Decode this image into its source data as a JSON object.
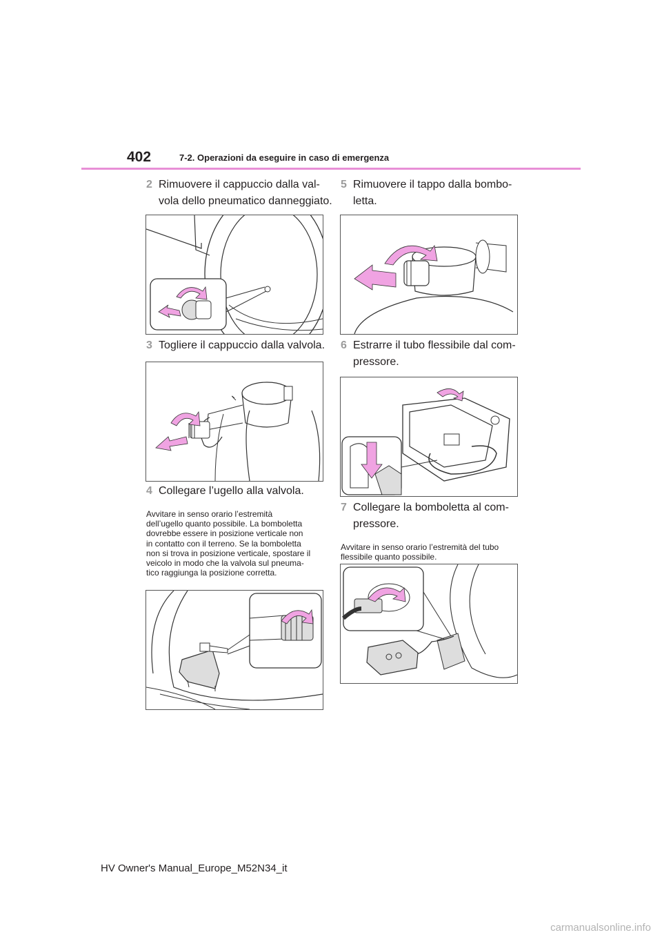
{
  "header": {
    "page_number": "402",
    "section": "7-2. Operazioni da eseguire in caso di emergenza"
  },
  "left_column": {
    "step2": {
      "num": "2",
      "line1": "Rimuovere il cappuccio dalla val-",
      "line2": "vola dello pneumatico danneggiato."
    },
    "step3": {
      "num": "3",
      "text": "Togliere il cappuccio dalla valvola."
    },
    "step4": {
      "num": "4",
      "text": "Collegare l’ugello alla valvola.",
      "note_lines": [
        "Avvitare in senso orario l’estremità",
        "dell’ugello quanto possibile. La bomboletta",
        "dovrebbe essere in posizione verticale non",
        "in contatto con il terreno. Se la bomboletta",
        "non si trova in posizione verticale, spostare il",
        "veicolo in modo che la valvola sul pneuma-",
        "tico raggiunga la posizione corretta."
      ]
    }
  },
  "right_column": {
    "step5": {
      "num": "5",
      "line1": "Rimuovere il tappo dalla bombo-",
      "line2": "letta."
    },
    "step6": {
      "num": "6",
      "line1": "Estrarre il tubo flessibile dal com-",
      "line2": "pressore."
    },
    "step7": {
      "num": "7",
      "line1": "Collegare la bomboletta al com-",
      "line2": "pressore.",
      "note_lines": [
        "Avvitare in senso orario l’estremità del tubo",
        "flessibile quanto possibile."
      ]
    }
  },
  "footer": {
    "text": "HV Owner's Manual_Europe_M52N34_it"
  },
  "watermark": {
    "text": "carmanualsonline.info"
  },
  "colors": {
    "accent": "#e88fd6",
    "arrow": "#f0a3e2",
    "step_number": "#9b9b9b"
  }
}
